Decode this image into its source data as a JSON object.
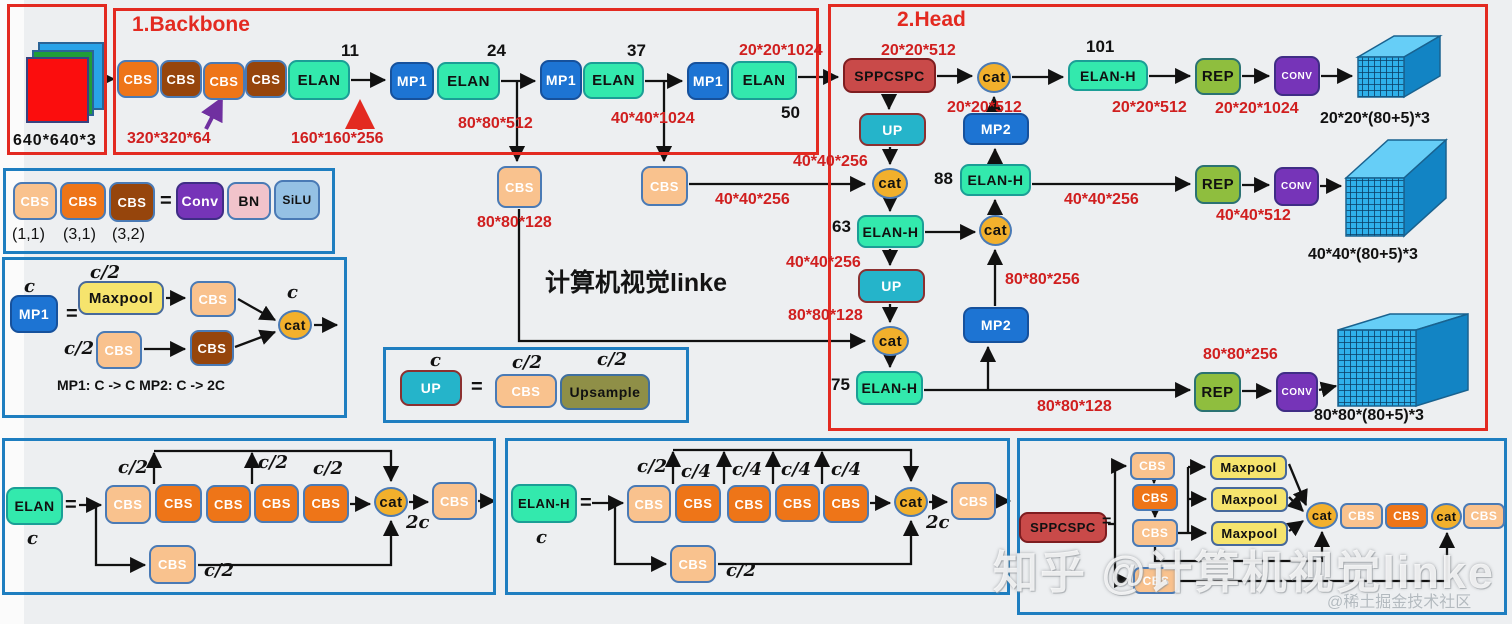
{
  "titles": {
    "backbone": "1.Backbone",
    "head": "2.Head"
  },
  "blocks": {
    "cbs": "CBS",
    "elan": "ELAN",
    "elan_h": "ELAN-H",
    "mp1": "MP1",
    "mp2": "MP2",
    "up": "UP",
    "cat": "cat",
    "sppcspc": "SPPCSPC",
    "rep": "REP",
    "conv": "CONV",
    "conv_full": "Conv",
    "bn": "BN",
    "silu": "SiLU",
    "maxpool": "Maxpool",
    "upsample": "Upsample"
  },
  "input": {
    "dim": "640*640*3"
  },
  "backbone": {
    "idx_elan1": "11",
    "idx_elan2": "24",
    "idx_elan3": "37",
    "idx_elan4": "50",
    "dim_320": "320*320*64",
    "dim_160": "160*160*256",
    "dim_80": "80*80*512",
    "dim_40": "40*40*1024",
    "dim_20": "20*20*1024"
  },
  "mid": {
    "dim_80": "80*80*128",
    "dim_40": "40*40*256",
    "watermark": "计算机视觉linke"
  },
  "head": {
    "idx_101": "101",
    "idx_63": "63",
    "idx_88": "88",
    "idx_75": "75",
    "dim_sppcspc_cat": "20*20*512",
    "dim_mp2a_cat": "20*20*512",
    "dim_elanh101_rep": "20*20*512",
    "dim_rep1_conv": "20*20*1024",
    "dim_up1": "40*40*256",
    "dim_elanh63_down": "40*40*256",
    "dim_elanh88_rep": "40*40*256",
    "dim_rep2_conv": "40*40*512",
    "dim_up2": "80*80*128",
    "dim_mp2b_cat": "80*80*256",
    "dim_elanh75_rep": "80*80*128",
    "dim_rep3": "80*80*256"
  },
  "outputs": {
    "out20": "20*20*(80+5)*3",
    "out40": "40*40*(80+5)*3",
    "out80": "80*80*(80+5)*3"
  },
  "legend_cbs": {
    "eq": "=",
    "k1": "(1,1)",
    "k2": "(3,1)",
    "k3": "(3,2)"
  },
  "legend_mp": {
    "c_in": "c",
    "eq": "=",
    "c2_top": "c/2",
    "c2_bottom": "c/2",
    "c_out": "c",
    "note": "MP1: C -> C   MP2: C -> 2C"
  },
  "legend_up": {
    "c_in": "c",
    "eq": "=",
    "c2_cbs": "c/2",
    "c2_up": "c/2"
  },
  "detail_elan": {
    "c_in": "c",
    "eq": "=",
    "c2_1": "c/2",
    "c2_2": "c/2",
    "c2_3": "c/2",
    "c2_bottom": "c/2",
    "out": "2c"
  },
  "detail_elanh": {
    "c_in": "c",
    "eq": "=",
    "c2_1": "c/2",
    "c4_1": "c/4",
    "c4_2": "c/4",
    "c4_3": "c/4",
    "c4_4": "c/4",
    "c2_bottom": "c/2",
    "out": "2c"
  },
  "detail_sppcspc": {
    "eq": "="
  },
  "watermark": {
    "big": "知乎 @计算机视觉linke",
    "small": "@稀土掘金技术社区"
  }
}
